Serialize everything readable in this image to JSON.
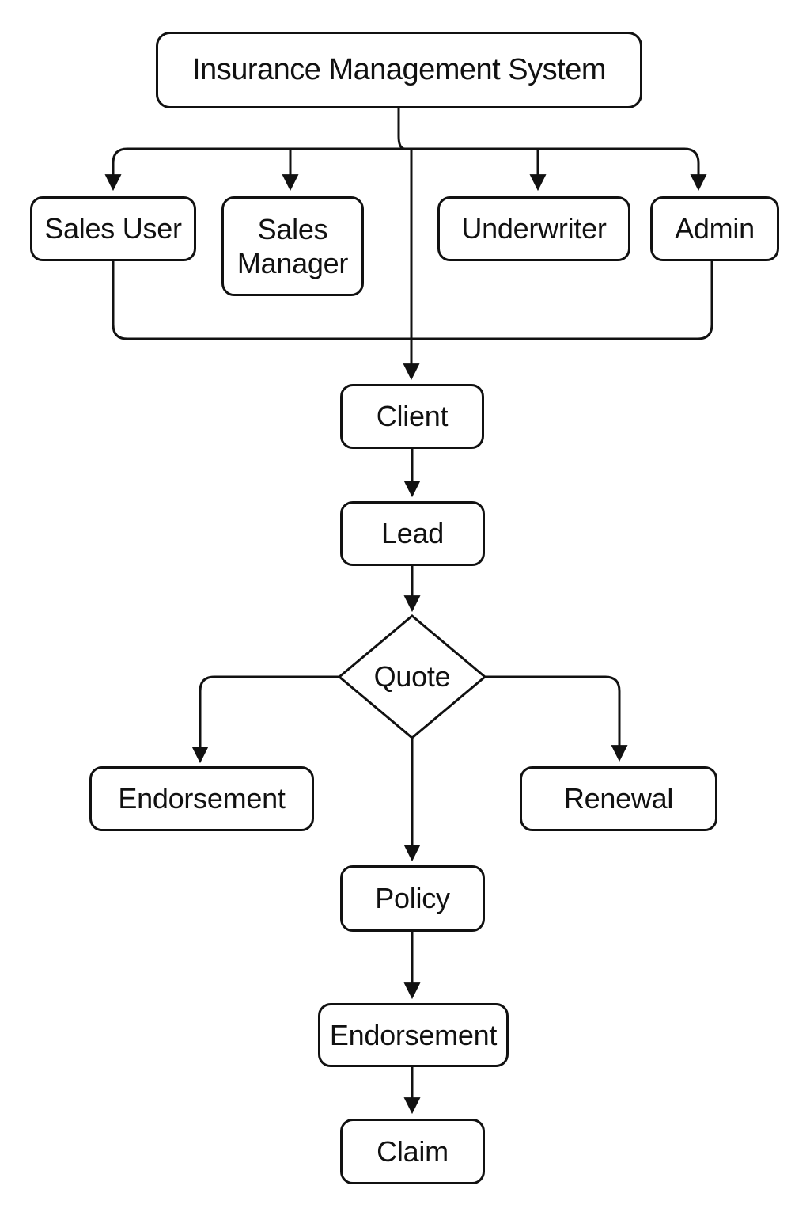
{
  "diagram": {
    "title": "Insurance Management System",
    "colors": {
      "background": "#ffffff",
      "line": "#111111",
      "node_fill": "#ffffff",
      "text": "#111111"
    },
    "nodes": {
      "system": {
        "label": "Insurance Management System",
        "shape": "rounded-rect"
      },
      "sales_user": {
        "label": "Sales User",
        "shape": "rounded-rect"
      },
      "sales_manager": {
        "label": "Sales Manager",
        "shape": "rounded-rect"
      },
      "underwriter": {
        "label": "Underwriter",
        "shape": "rounded-rect"
      },
      "admin": {
        "label": "Admin",
        "shape": "rounded-rect"
      },
      "client": {
        "label": "Client",
        "shape": "rounded-rect"
      },
      "lead": {
        "label": "Lead",
        "shape": "rounded-rect"
      },
      "quote": {
        "label": "Quote",
        "shape": "diamond"
      },
      "endorsement_branch": {
        "label": "Endorsement",
        "shape": "rounded-rect"
      },
      "renewal": {
        "label": "Renewal",
        "shape": "rounded-rect"
      },
      "policy": {
        "label": "Policy",
        "shape": "rounded-rect"
      },
      "endorsement": {
        "label": "Endorsement",
        "shape": "rounded-rect"
      },
      "claim": {
        "label": "Claim",
        "shape": "rounded-rect"
      }
    },
    "edges": [
      {
        "from": "system",
        "to": "sales_user"
      },
      {
        "from": "system",
        "to": "sales_manager"
      },
      {
        "from": "system",
        "to": "underwriter"
      },
      {
        "from": "system",
        "to": "admin"
      },
      {
        "from": "system",
        "to": "client"
      },
      {
        "from": "sales_user",
        "to": "client"
      },
      {
        "from": "admin",
        "to": "client"
      },
      {
        "from": "client",
        "to": "lead"
      },
      {
        "from": "lead",
        "to": "quote"
      },
      {
        "from": "quote",
        "to": "endorsement_branch"
      },
      {
        "from": "quote",
        "to": "renewal"
      },
      {
        "from": "quote",
        "to": "policy"
      },
      {
        "from": "policy",
        "to": "endorsement"
      },
      {
        "from": "endorsement",
        "to": "claim"
      }
    ]
  }
}
